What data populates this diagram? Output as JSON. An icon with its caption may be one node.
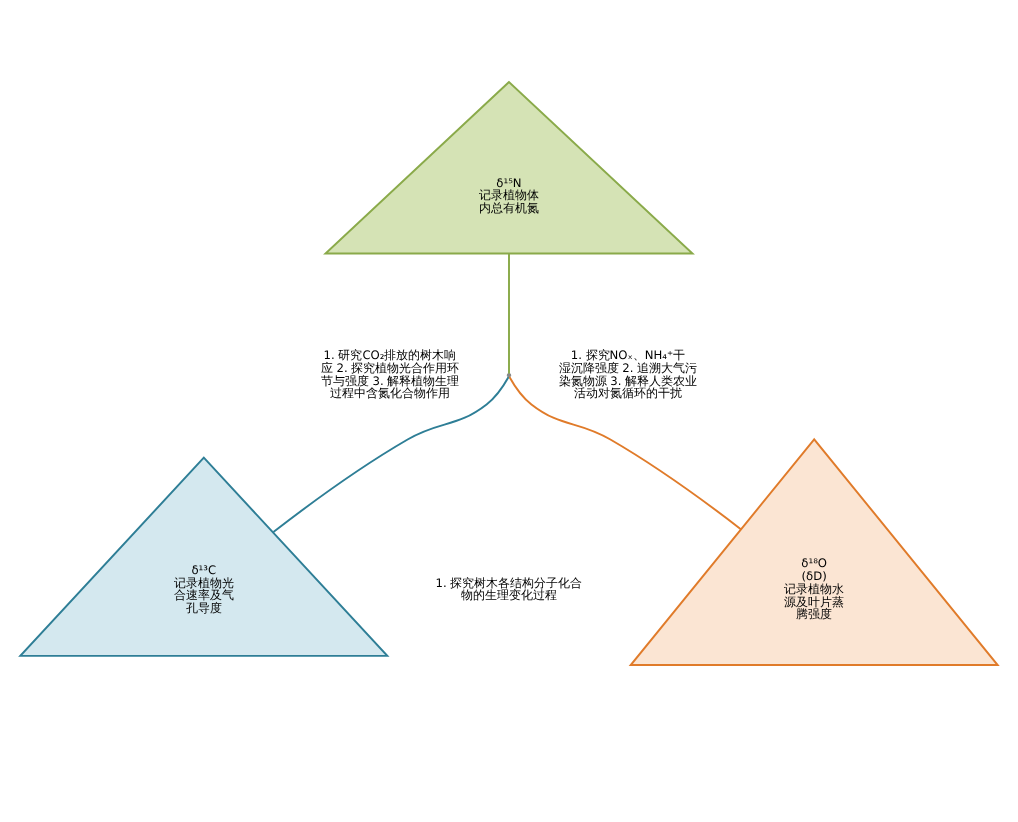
{
  "diagram": {
    "nodes": [
      {
        "text": [
          "δ¹⁵N",
          "记录植物体内总有机氮"
        ]
      },
      {
        "text": [
          "δ¹³C",
          "记录植物光合速率及气孔导度"
        ]
      },
      {
        "text": [
          "δ¹⁸O",
          "(δD)",
          "记录植物水源及叶片蒸腾强度"
        ]
      },
      {
        "text": [],
        "shape": "point"
      }
    ],
    "edges": [
      {
        "from": 0,
        "to": 3,
        "arrow": "none",
        "color": "#8aaa4a"
      },
      {
        "from": 3,
        "to": 1,
        "arrow": "none",
        "color": "#2e7e96"
      },
      {
        "from": 3,
        "to": 2,
        "arrow": "none",
        "color": "#e07b2a"
      }
    ],
    "labels": [
      "1. 研究CO₂排放的树木响应 2. 探究植物光合作用环节与强度 3. 解释植物生理过程中含氮化合物作用",
      "1. 探究NOₓ、NH₄⁺干湿沉降强度 2. 追溯大气污染氮物源 3. 解释人类农业活动对氮循环的干扰",
      "1. 探究树木各结构分子化合物的生理变化过程"
    ]
  }
}
